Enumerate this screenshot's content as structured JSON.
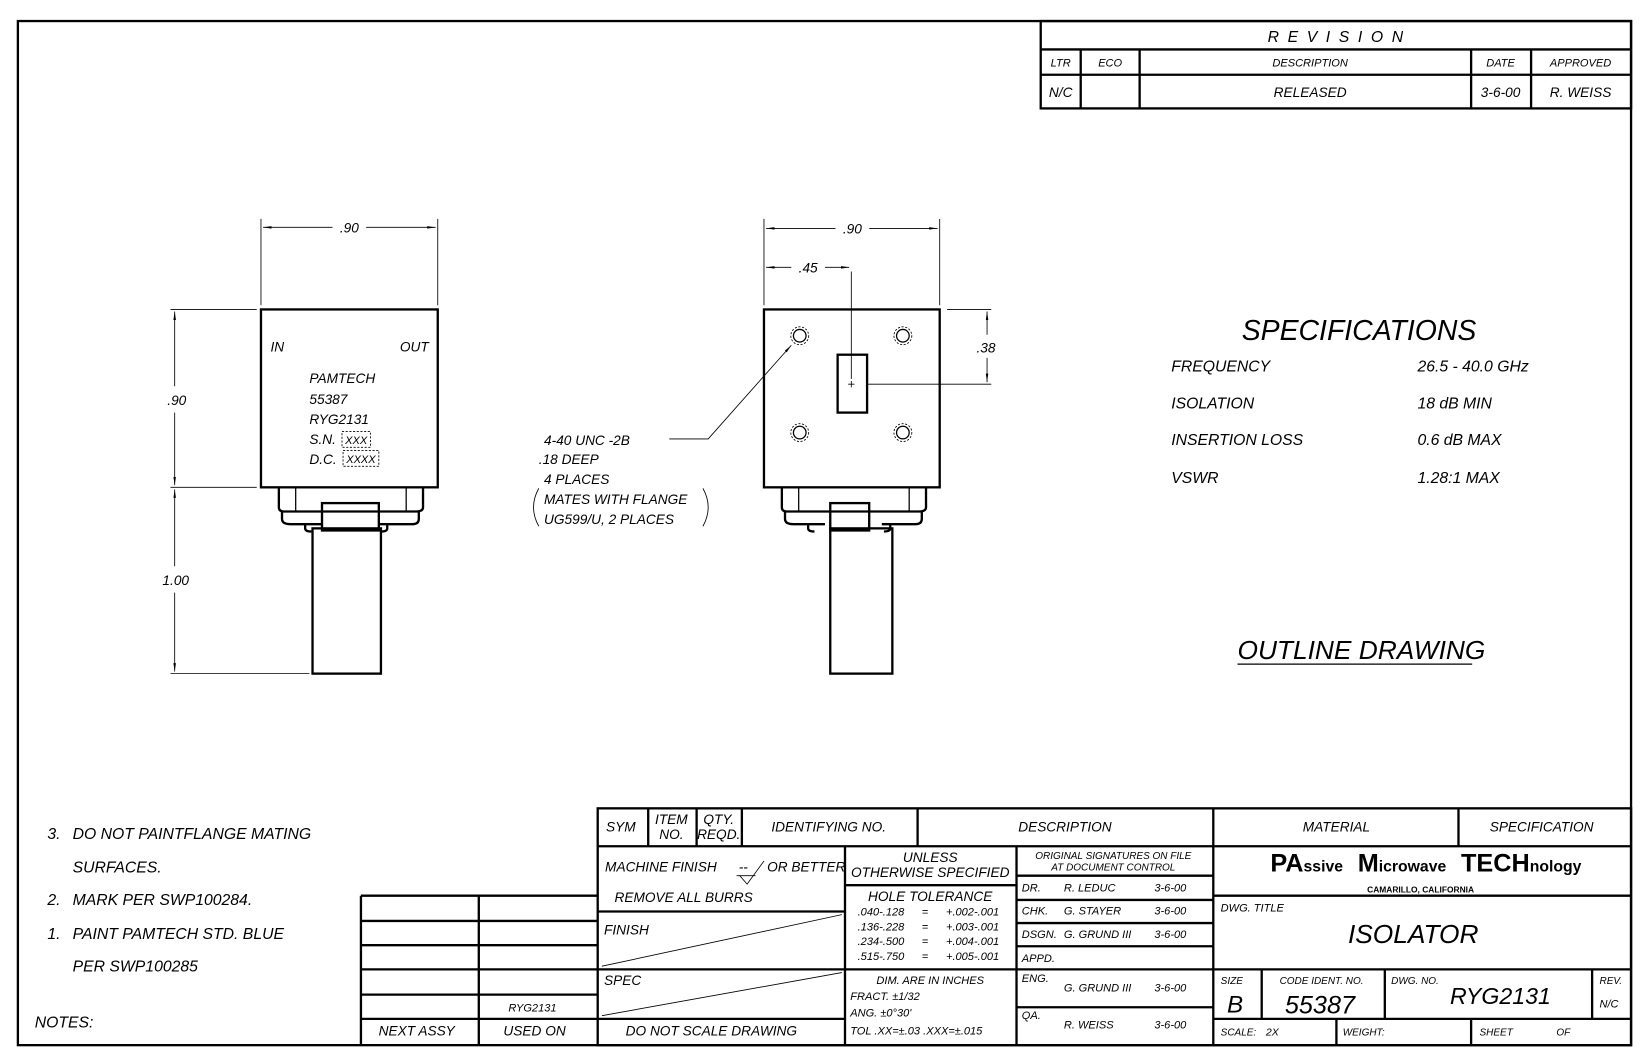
{
  "revision": {
    "title": "R E V I S I O N",
    "headers": {
      "ltr": "LTR",
      "eco": "ECO",
      "description": "DESCRIPTION",
      "date": "DATE",
      "approved": "APPROVED"
    },
    "row": {
      "ltr": "N/C",
      "eco": "",
      "description": "RELEASED",
      "date": "3-6-00",
      "approved": "R. WEISS"
    }
  },
  "side_view": {
    "dim_width": ".90",
    "dim_height": ".90",
    "dim_stub": "1.00",
    "in_label": "IN",
    "out_label": "OUT",
    "marking": [
      "PAMTECH",
      "55387",
      "RYG2131"
    ],
    "sn_label": "S.N.",
    "sn_value": "XXX",
    "dc_label": "D.C.",
    "dc_value": "XXXX"
  },
  "flange_view": {
    "dim_width": ".90",
    "dim_center": ".45",
    "dim_vertical": ".38",
    "callout": [
      "4-40 UNC -2B",
      ".18 DEEP",
      "4 PLACES",
      "MATES WITH FLANGE",
      "UG599/U, 2 PLACES"
    ]
  },
  "specifications": {
    "title": "SPECIFICATIONS",
    "items": [
      {
        "label": "FREQUENCY",
        "value": "26.5 - 40.0 GHz"
      },
      {
        "label": "ISOLATION",
        "value": "18 dB MIN"
      },
      {
        "label": "INSERTION LOSS",
        "value": "0.6 dB MAX"
      },
      {
        "label": "VSWR",
        "value": "1.28:1 MAX"
      }
    ]
  },
  "drawing_type": "OUTLINE DRAWING",
  "notes": {
    "title": "NOTES:",
    "items": [
      {
        "num": "3.",
        "lines": [
          "DO NOT PAINTFLANGE MATING",
          "SURFACES."
        ]
      },
      {
        "num": "2.",
        "lines": [
          "MARK PER SWP100284."
        ]
      },
      {
        "num": "1.",
        "lines": [
          "PAINT PAMTECH STD. BLUE",
          "PER SWP100285"
        ]
      }
    ]
  },
  "application": {
    "used_on_value": "RYG2131",
    "next_assy": "NEXT ASSY",
    "used_on": "USED ON"
  },
  "parts_list": {
    "sym": "SYM",
    "item_no": [
      "ITEM",
      "NO."
    ],
    "qty": [
      "QTY.",
      "REQD."
    ],
    "identifying_no": "IDENTIFYING NO.",
    "description": "DESCRIPTION",
    "material": "MATERIAL",
    "specification": "SPECIFICATION"
  },
  "finish": {
    "machine_finish": "MACHINE FINISH",
    "finish_value": "--",
    "or_better": "OR BETTER",
    "remove_burrs": "REMOVE ALL BURRS",
    "finish_label": "FINISH",
    "spec_label": "SPEC",
    "do_not_scale": "DO NOT SCALE DRAWING"
  },
  "tolerances": {
    "unless": [
      "UNLESS",
      "OTHERWISE SPECIFIED"
    ],
    "hole_title": "HOLE TOLERANCE",
    "hole_rows": [
      {
        "range": ".040-.128",
        "eq": "=",
        "tol": "+.002-.001"
      },
      {
        "range": ".136-.228",
        "eq": "=",
        "tol": "+.003-.001"
      },
      {
        "range": ".234-.500",
        "eq": "=",
        "tol": "+.004-.001"
      },
      {
        "range": ".515-.750",
        "eq": "=",
        "tol": "+.005-.001"
      }
    ],
    "dim_units": "DIM. ARE IN INCHES",
    "fract": "FRACT. ±1/32",
    "ang": "ANG. ±0°30'",
    "tol": "TOL .XX=±.03  .XXX=±.015"
  },
  "signatures": {
    "header": [
      "ORIGINAL SIGNATURES ON FILE",
      "AT DOCUMENT CONTROL"
    ],
    "rows": [
      {
        "role": "DR.",
        "name": "R. LEDUC",
        "date": "3-6-00"
      },
      {
        "role": "CHK.",
        "name": "G. STAYER",
        "date": "3-6-00"
      },
      {
        "role": "DSGN.",
        "name": "G. GRUND III",
        "date": "3-6-00"
      },
      {
        "role": "APPD.",
        "name": "",
        "date": ""
      },
      {
        "role": "ENG.",
        "name": "G. GRUND III",
        "date": "3-6-00"
      },
      {
        "role": "QA.",
        "name": "R. WEISS",
        "date": "3-6-00"
      }
    ]
  },
  "company": {
    "pa": "PA",
    "ssive": "ssive",
    "m": "M",
    "icrowave": "icrowave",
    "tech": "TECH",
    "nology": "nology",
    "location": "CAMARILLO, CALIFORNIA"
  },
  "title_block": {
    "dwg_title_label": "DWG. TITLE",
    "dwg_title": "ISOLATOR",
    "size_label": "SIZE",
    "size": "B",
    "code_label": "CODE IDENT. NO.",
    "code": "55387",
    "dwg_no_label": "DWG. NO.",
    "dwg_no": "RYG2131",
    "rev_label": "REV.",
    "rev": "N/C",
    "scale_label": "SCALE:",
    "scale": "2X",
    "weight_label": "WEIGHT:",
    "sheet_label": "SHEET",
    "of_label": "OF"
  }
}
